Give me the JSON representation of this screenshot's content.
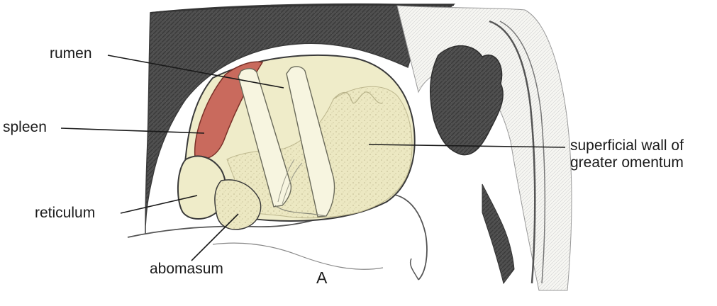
{
  "labels": {
    "rumen": "rumen",
    "spleen": "spleen",
    "reticulum": "reticulum",
    "abomasum": "abomasum",
    "superficial_wall_line1": "superficial wall of",
    "superficial_wall_line2": "greater omentum",
    "panel_letter": "A"
  },
  "colors": {
    "background": "#ffffff",
    "shadow_graphite": "#4a4a4a",
    "organ_cream": "#efeccb",
    "spleen_red": "#c96a5d",
    "omentum_stipple": "#e6e2b6",
    "outline": "#2a2a2a",
    "leader_line": "#1a1a1a"
  }
}
